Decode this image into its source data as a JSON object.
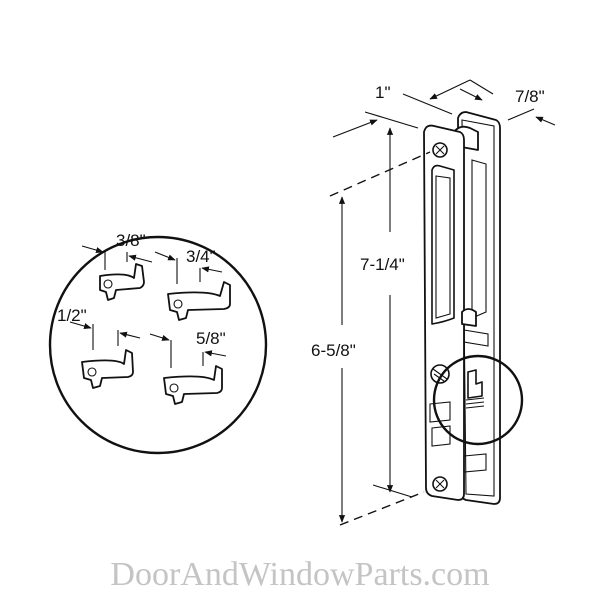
{
  "diagram": {
    "subject": "sliding door handle / latch assembly",
    "dimensions": {
      "width": "1\"",
      "depth": "7/8\"",
      "overall_height": "7-1/4\"",
      "hole_spacing": "6-5/8\""
    },
    "hook_detail": {
      "title": "latch hook options",
      "hooks": [
        {
          "label": "3/8\""
        },
        {
          "label": "3/4\""
        },
        {
          "label": "1/2\""
        },
        {
          "label": "5/8\""
        }
      ]
    }
  },
  "watermark": {
    "text": "DoorAndWindowParts.com",
    "color": "#c4c4c4"
  }
}
